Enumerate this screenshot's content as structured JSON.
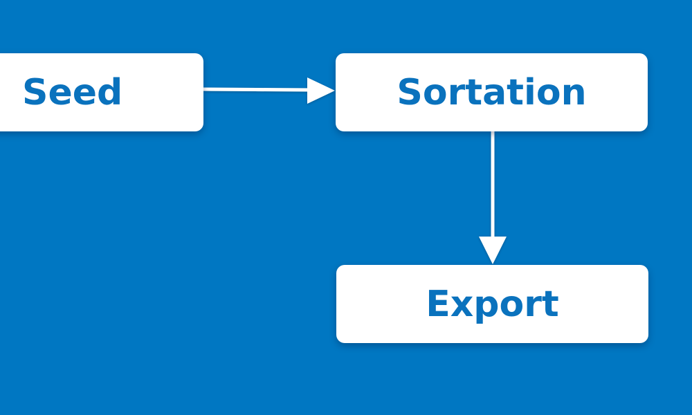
{
  "diagram": {
    "background_color": "#0077c2",
    "node_fill_color": "#ffffff",
    "label_color": "#0a72bd",
    "edge_color": "#ffffff",
    "nodes": [
      {
        "id": "seed",
        "label": "Seed"
      },
      {
        "id": "sortation",
        "label": "Sortation"
      },
      {
        "id": "export",
        "label": "Export"
      }
    ],
    "edges": [
      {
        "from": "seed",
        "to": "sortation"
      },
      {
        "from": "sortation",
        "to": "export"
      }
    ]
  }
}
